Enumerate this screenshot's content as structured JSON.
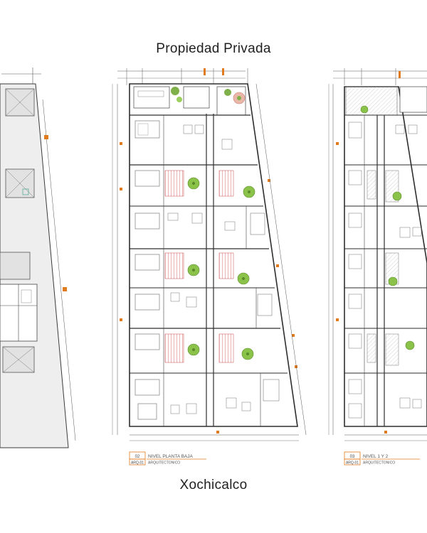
{
  "header_label": "Propiedad Privada",
  "footer_label": "Xochicalco",
  "colors": {
    "accent": "#e07b1f",
    "line": "#3a3a3a",
    "green": "#7fb04a",
    "hatch": "#9a9a9a"
  },
  "sheets": [
    {
      "number": "02",
      "sheet_code": "ARQ-01",
      "title": "NIVEL PLANTA BAJA",
      "subtitle": "ARQUITECTONICO"
    },
    {
      "number": "03",
      "sheet_code": "ARQ-01",
      "title": "NIVEL 1 Y 2",
      "subtitle": "ARQUITECTONICO"
    }
  ]
}
